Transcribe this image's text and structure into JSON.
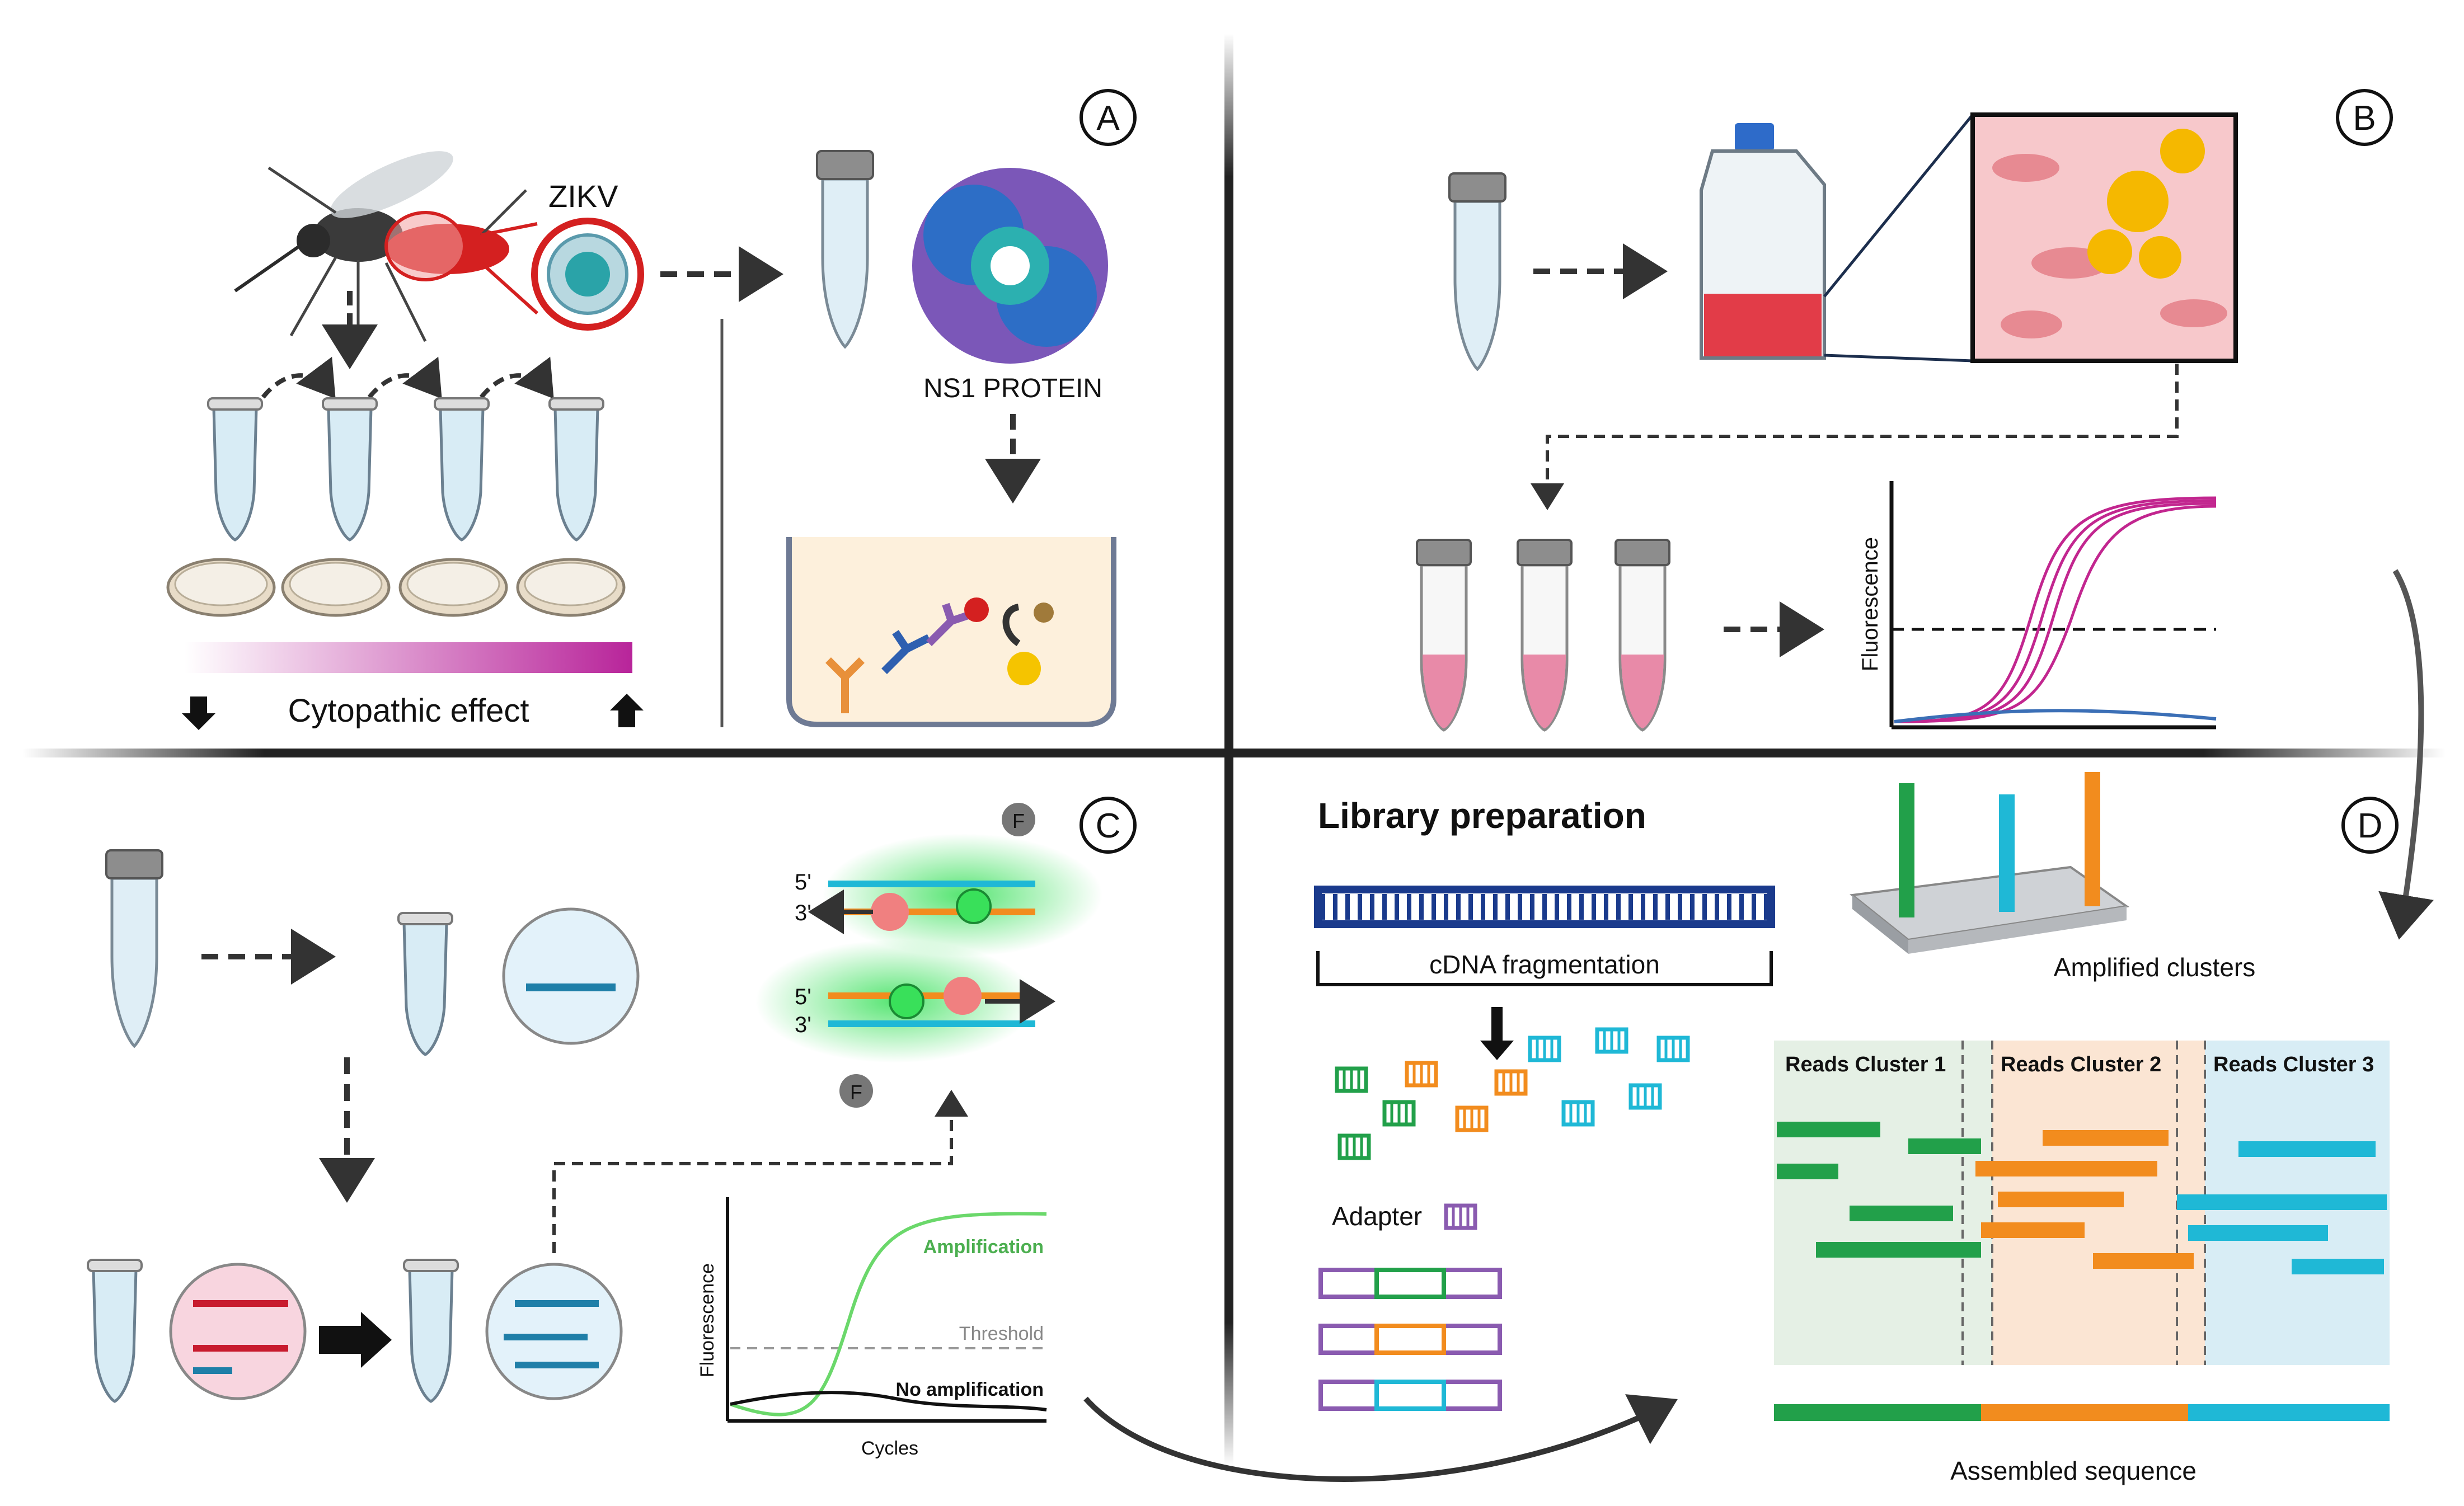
{
  "panels": {
    "a": {
      "marker": "A",
      "virus_label": "ZIKV",
      "protein_label": "NS1 PROTEIN",
      "cpe_label": "Cytopathic effect"
    },
    "b": {
      "marker": "B",
      "y_axis_label": "Fluorescence"
    },
    "c": {
      "marker": "C",
      "probe_5_top": "5'",
      "probe_3_top": "3'",
      "probe_5_bottom": "5'",
      "probe_3_bottom": "3'",
      "fluor_symbol": "F",
      "y_axis_label": "Fluorescence",
      "x_axis_label": "Cycles",
      "amplification_label": "Amplification",
      "threshold_label": "Threshold",
      "no_amplification_label": "No amplification"
    },
    "d": {
      "marker": "D",
      "title": "Library preparation",
      "fragmentation_label": "cDNA fragmentation",
      "adapter_label": "Adapter",
      "clusters_label": "Amplified clusters",
      "reads": [
        "Reads Cluster 1",
        "Reads Cluster 2",
        "Reads Cluster 3"
      ],
      "assembled_label": "Assembled sequence"
    }
  },
  "colors": {
    "green": "#22a04a",
    "orange": "#f28c1e",
    "cyan": "#1fb8d6",
    "navy": "#1a3a8c",
    "magenta": "#c2268f",
    "purple": "#8a5bb0",
    "pink_fill": "#e88aa8",
    "blue_line": "#3b6fb6"
  },
  "icons": [
    "mosquito-icon",
    "virus-particle-icon",
    "ns1-protein-icon",
    "culture-flask-icon",
    "microscopy-cells-icon",
    "sample-tube-icon",
    "petri-dish-icon",
    "antibody-icon",
    "dna-probe-icon",
    "flow-cell-icon"
  ]
}
